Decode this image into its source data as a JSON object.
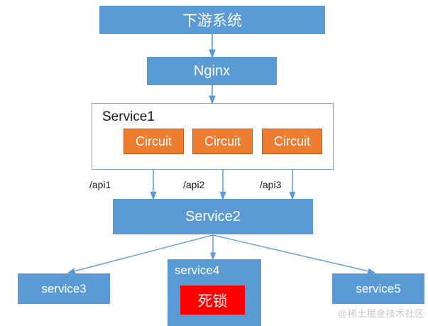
{
  "diagram": {
    "title_box": {
      "label": "下游系统",
      "color": "#5B9BD5"
    },
    "nginx_box": {
      "label": "Nginx",
      "color": "#5B9BD5"
    },
    "service1": {
      "label": "Service1",
      "border_color": "#7BA7CC",
      "circuits": [
        {
          "label": "Circuit",
          "color": "#ED7D31"
        },
        {
          "label": "Circuit",
          "color": "#ED7D31"
        },
        {
          "label": "Circuit",
          "color": "#ED7D31"
        }
      ]
    },
    "api_labels": [
      {
        "label": "/api1"
      },
      {
        "label": "/api2"
      },
      {
        "label": "/api3"
      }
    ],
    "service2": {
      "label": "Service2",
      "color": "#5B9BD5"
    },
    "downstream_services": [
      {
        "label": "service3",
        "color": "#5B9BD5"
      },
      {
        "label": "service4",
        "color": "#5B9BD5",
        "badge": "死锁",
        "badge_color": "#FF0000"
      },
      {
        "label": "service5",
        "color": "#5B9BD5"
      }
    ],
    "arrow_color": "#5B9BD5",
    "watermark": "@稀土掘金技术社区",
    "bottom_text": ""
  }
}
